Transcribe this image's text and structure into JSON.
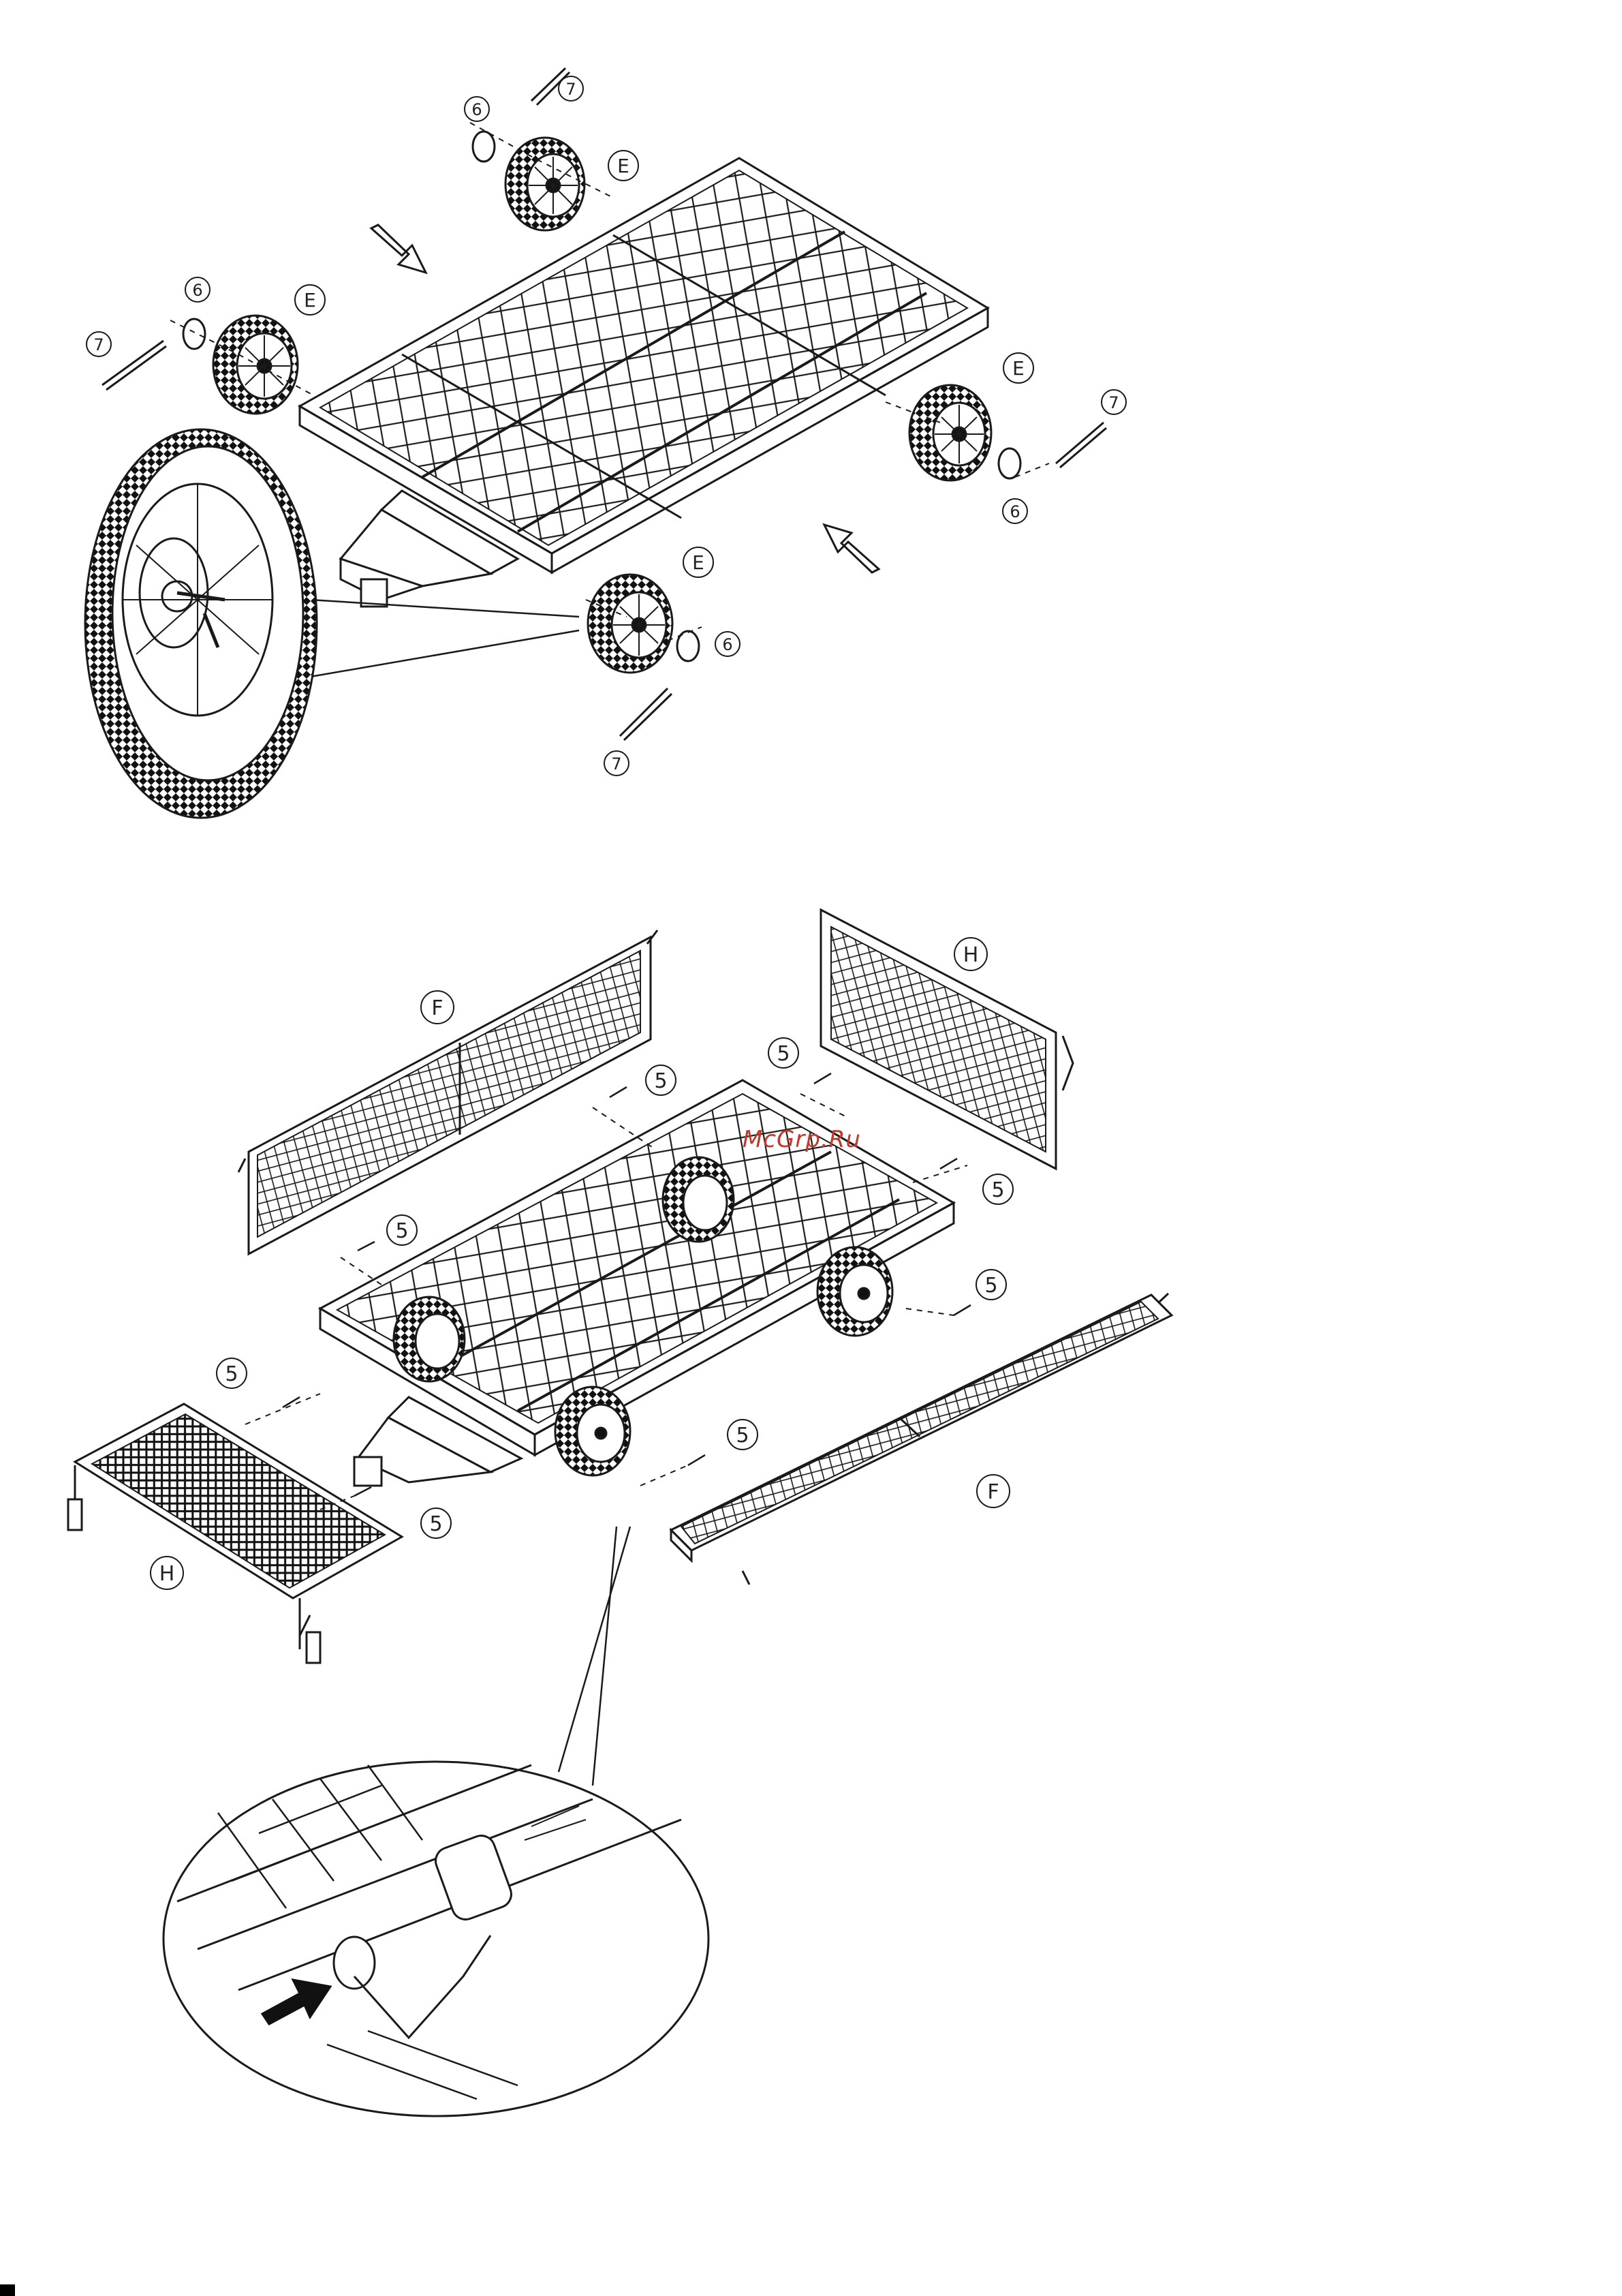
{
  "diagram": {
    "step1": {
      "callouts": {
        "wheel_a": "E",
        "wheel_b": "E",
        "wheel_c": "E",
        "wheel_d": "E",
        "washer_a": "6",
        "washer_b": "6",
        "washer_c": "6",
        "washer_d": "6",
        "pin_a": "7",
        "pin_b": "7",
        "pin_c": "7",
        "pin_d": "7"
      }
    },
    "step2": {
      "callouts": {
        "side_left": "F",
        "side_right": "F",
        "end_front": "H",
        "end_back": "H",
        "bolt_1": "5",
        "bolt_2": "5",
        "bolt_3": "5",
        "bolt_4": "5",
        "bolt_5": "5",
        "bolt_6": "5",
        "bolt_7": "5",
        "bolt_8": "5"
      }
    },
    "watermark": "McGrp.Ru"
  },
  "colors": {
    "line": "#1a1a1a",
    "watermark": "#c0392b",
    "arrow_fill": "#111111"
  }
}
